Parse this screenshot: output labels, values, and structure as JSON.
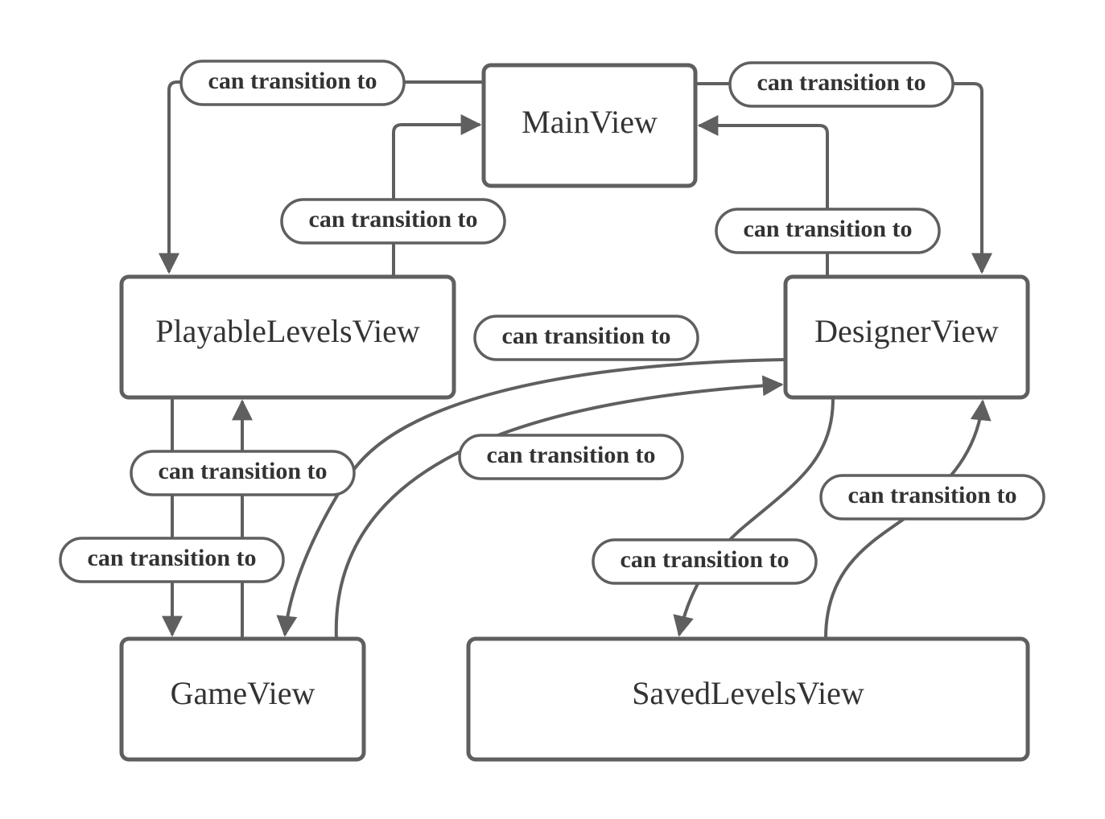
{
  "nodes": {
    "main": "MainView",
    "playable": "PlayableLevelsView",
    "designer": "DesignerView",
    "game": "GameView",
    "saved": "SavedLevelsView"
  },
  "edges": [
    {
      "from": "MainView",
      "to": "PlayableLevelsView",
      "label": "can transition to"
    },
    {
      "from": "PlayableLevelsView",
      "to": "MainView",
      "label": "can transition to"
    },
    {
      "from": "MainView",
      "to": "DesignerView",
      "label": "can transition to"
    },
    {
      "from": "DesignerView",
      "to": "MainView",
      "label": "can transition to"
    },
    {
      "from": "PlayableLevelsView",
      "to": "GameView",
      "label": "can transition to"
    },
    {
      "from": "GameView",
      "to": "PlayableLevelsView",
      "label": "can transition to"
    },
    {
      "from": "DesignerView",
      "to": "GameView",
      "label": "can transition to"
    },
    {
      "from": "GameView",
      "to": "DesignerView",
      "label": "can transition to"
    },
    {
      "from": "DesignerView",
      "to": "SavedLevelsView",
      "label": "can transition to"
    },
    {
      "from": "SavedLevelsView",
      "to": "DesignerView",
      "label": "can transition to"
    }
  ],
  "colors": {
    "stroke": "#5f5f5f",
    "text": "#333333",
    "background": "#ffffff"
  }
}
